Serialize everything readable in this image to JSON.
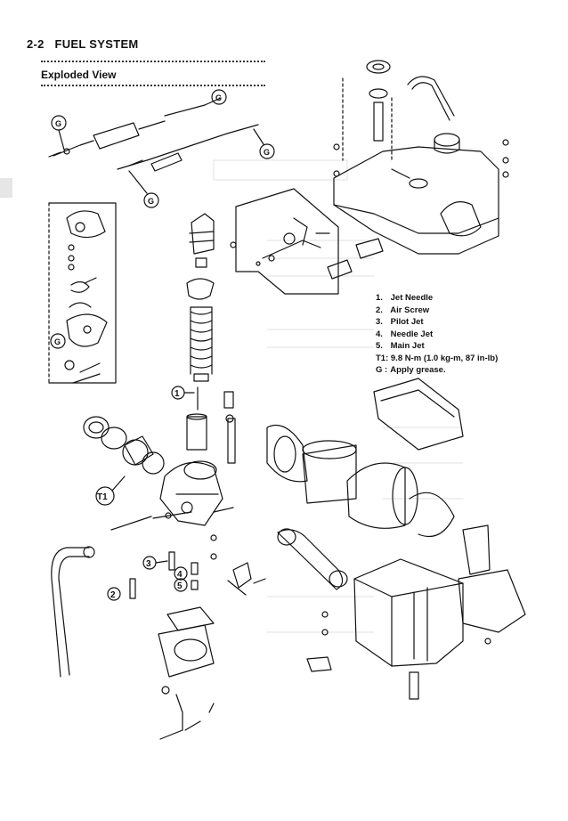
{
  "header": {
    "page_number": "2-2",
    "chapter": "FUEL SYSTEM"
  },
  "section": {
    "title": "Exploded View"
  },
  "callouts": {
    "jet_needle": "1",
    "air_screw": "2",
    "pilot_jet": "3",
    "needle_jet": "4",
    "main_jet": "5",
    "torque": "T1",
    "grease": "G"
  },
  "legend": [
    {
      "key": "1.",
      "text": "Jet Needle"
    },
    {
      "key": "2.",
      "text": "Air Screw"
    },
    {
      "key": "3.",
      "text": "Pilot Jet"
    },
    {
      "key": "4.",
      "text": "Needle Jet"
    },
    {
      "key": "5.",
      "text": "Main Jet"
    },
    {
      "key": "T1:",
      "text": "9.8 N-m (1.0 kg-m, 87 in-lb)"
    },
    {
      "key": "G :",
      "text": "Apply grease."
    }
  ],
  "colors": {
    "ink": "#111111",
    "ghost_text": "#d8d8d8",
    "paper": "#ffffff"
  }
}
